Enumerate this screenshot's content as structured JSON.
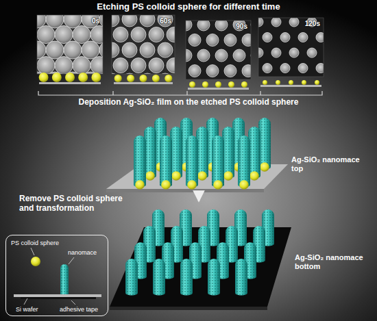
{
  "diagram": {
    "title": "Etching PS colloid sphere for different time",
    "nodes": [
      {
        "text": [
          "0s"
        ]
      },
      {
        "text": [
          "60s"
        ]
      },
      {
        "text": [
          "90s"
        ]
      },
      {
        "text": [
          "120s"
        ]
      },
      {
        "text": [
          "Ag-SiO₂ nanomace top"
        ]
      },
      {
        "text": [
          "Ag-SiO₂ nanomace bottom"
        ]
      },
      {
        "text": [
          "PS colloid sphere",
          "nanomace",
          "Si wafer",
          "adhesive tape"
        ]
      }
    ],
    "edges": [
      {
        "from": 4,
        "to": 5,
        "arrow": "to"
      }
    ],
    "labels": [
      "Deposition Ag-SiO₂ film on the etched PS colloid sphere",
      "Remove PS colloid sphere and transformation"
    ]
  }
}
